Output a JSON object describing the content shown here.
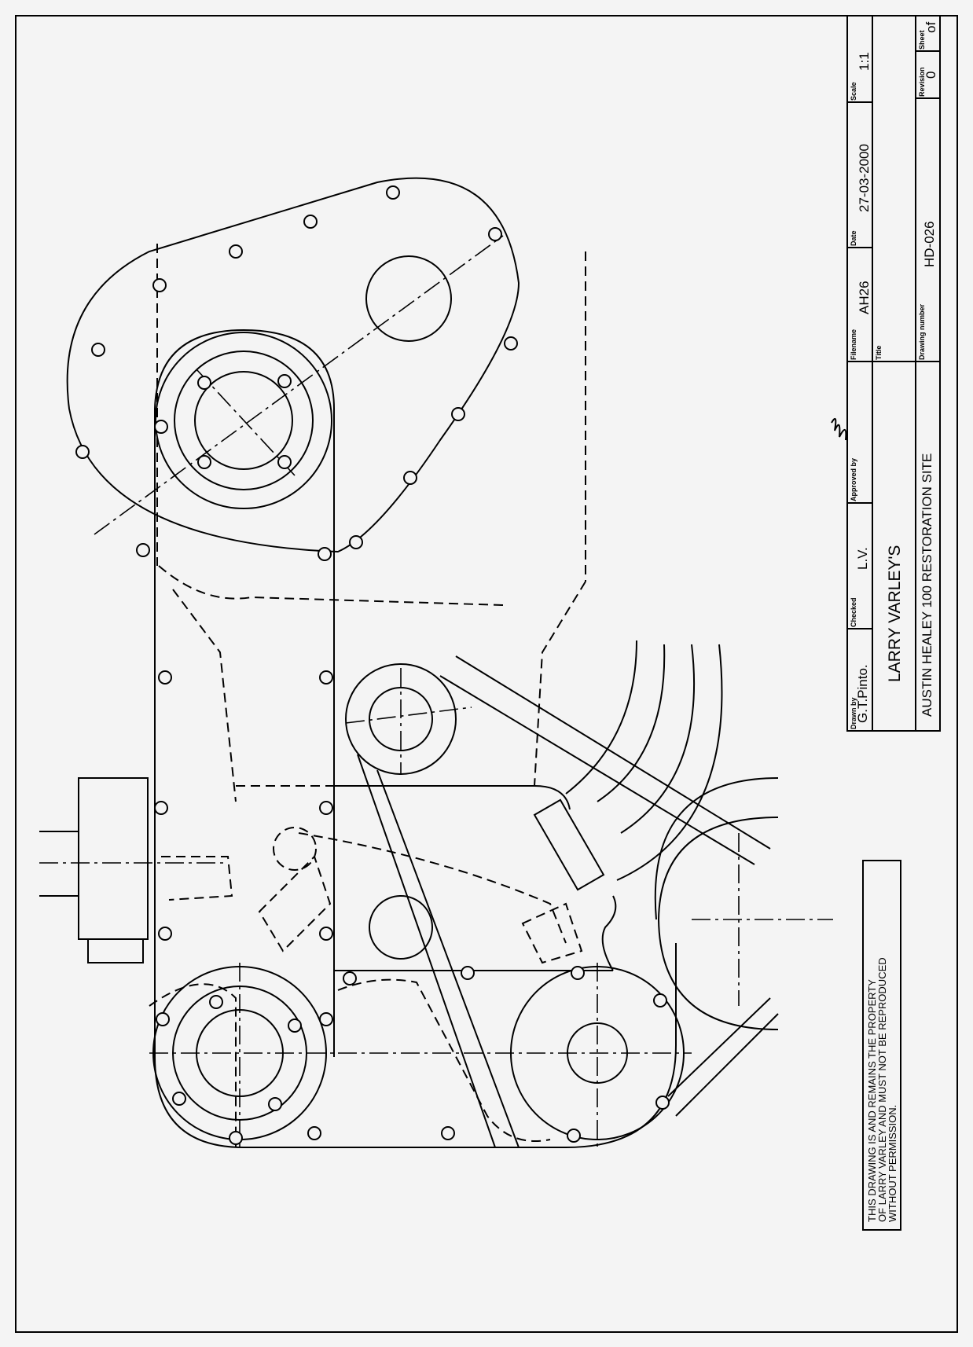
{
  "title_block": {
    "drawn_by_label": "Drawn by",
    "drawn_by": "G.T.Pinto.",
    "checked_label": "Checked",
    "checked": "L.V.",
    "approved_label": "Approved by",
    "approved_signature": "LV",
    "date_label": "Date",
    "date": "27-03-2000",
    "scale_label": "Scale",
    "scale": "1:1",
    "filename_label": "Filename",
    "filename": "AH26",
    "title_label": "Title",
    "title_line1": "LARRY VARLEY'S",
    "title_line2": "AUSTIN HEALEY 100 RESTORATION SITE",
    "drawing_number_label": "Drawing number",
    "drawing_number": "HD-026",
    "revision_label": "Revision",
    "revision": "0",
    "sheet_label": "Sheet",
    "sheet": "of"
  },
  "property_note": {
    "line1": "THIS DRAWING IS AND REMAINS THE PROPERTY",
    "line2": "OF LARRY VARLEY AND MUST NOT BE   REPRODUCED",
    "line3": "WITHOUT PERMISSION."
  }
}
